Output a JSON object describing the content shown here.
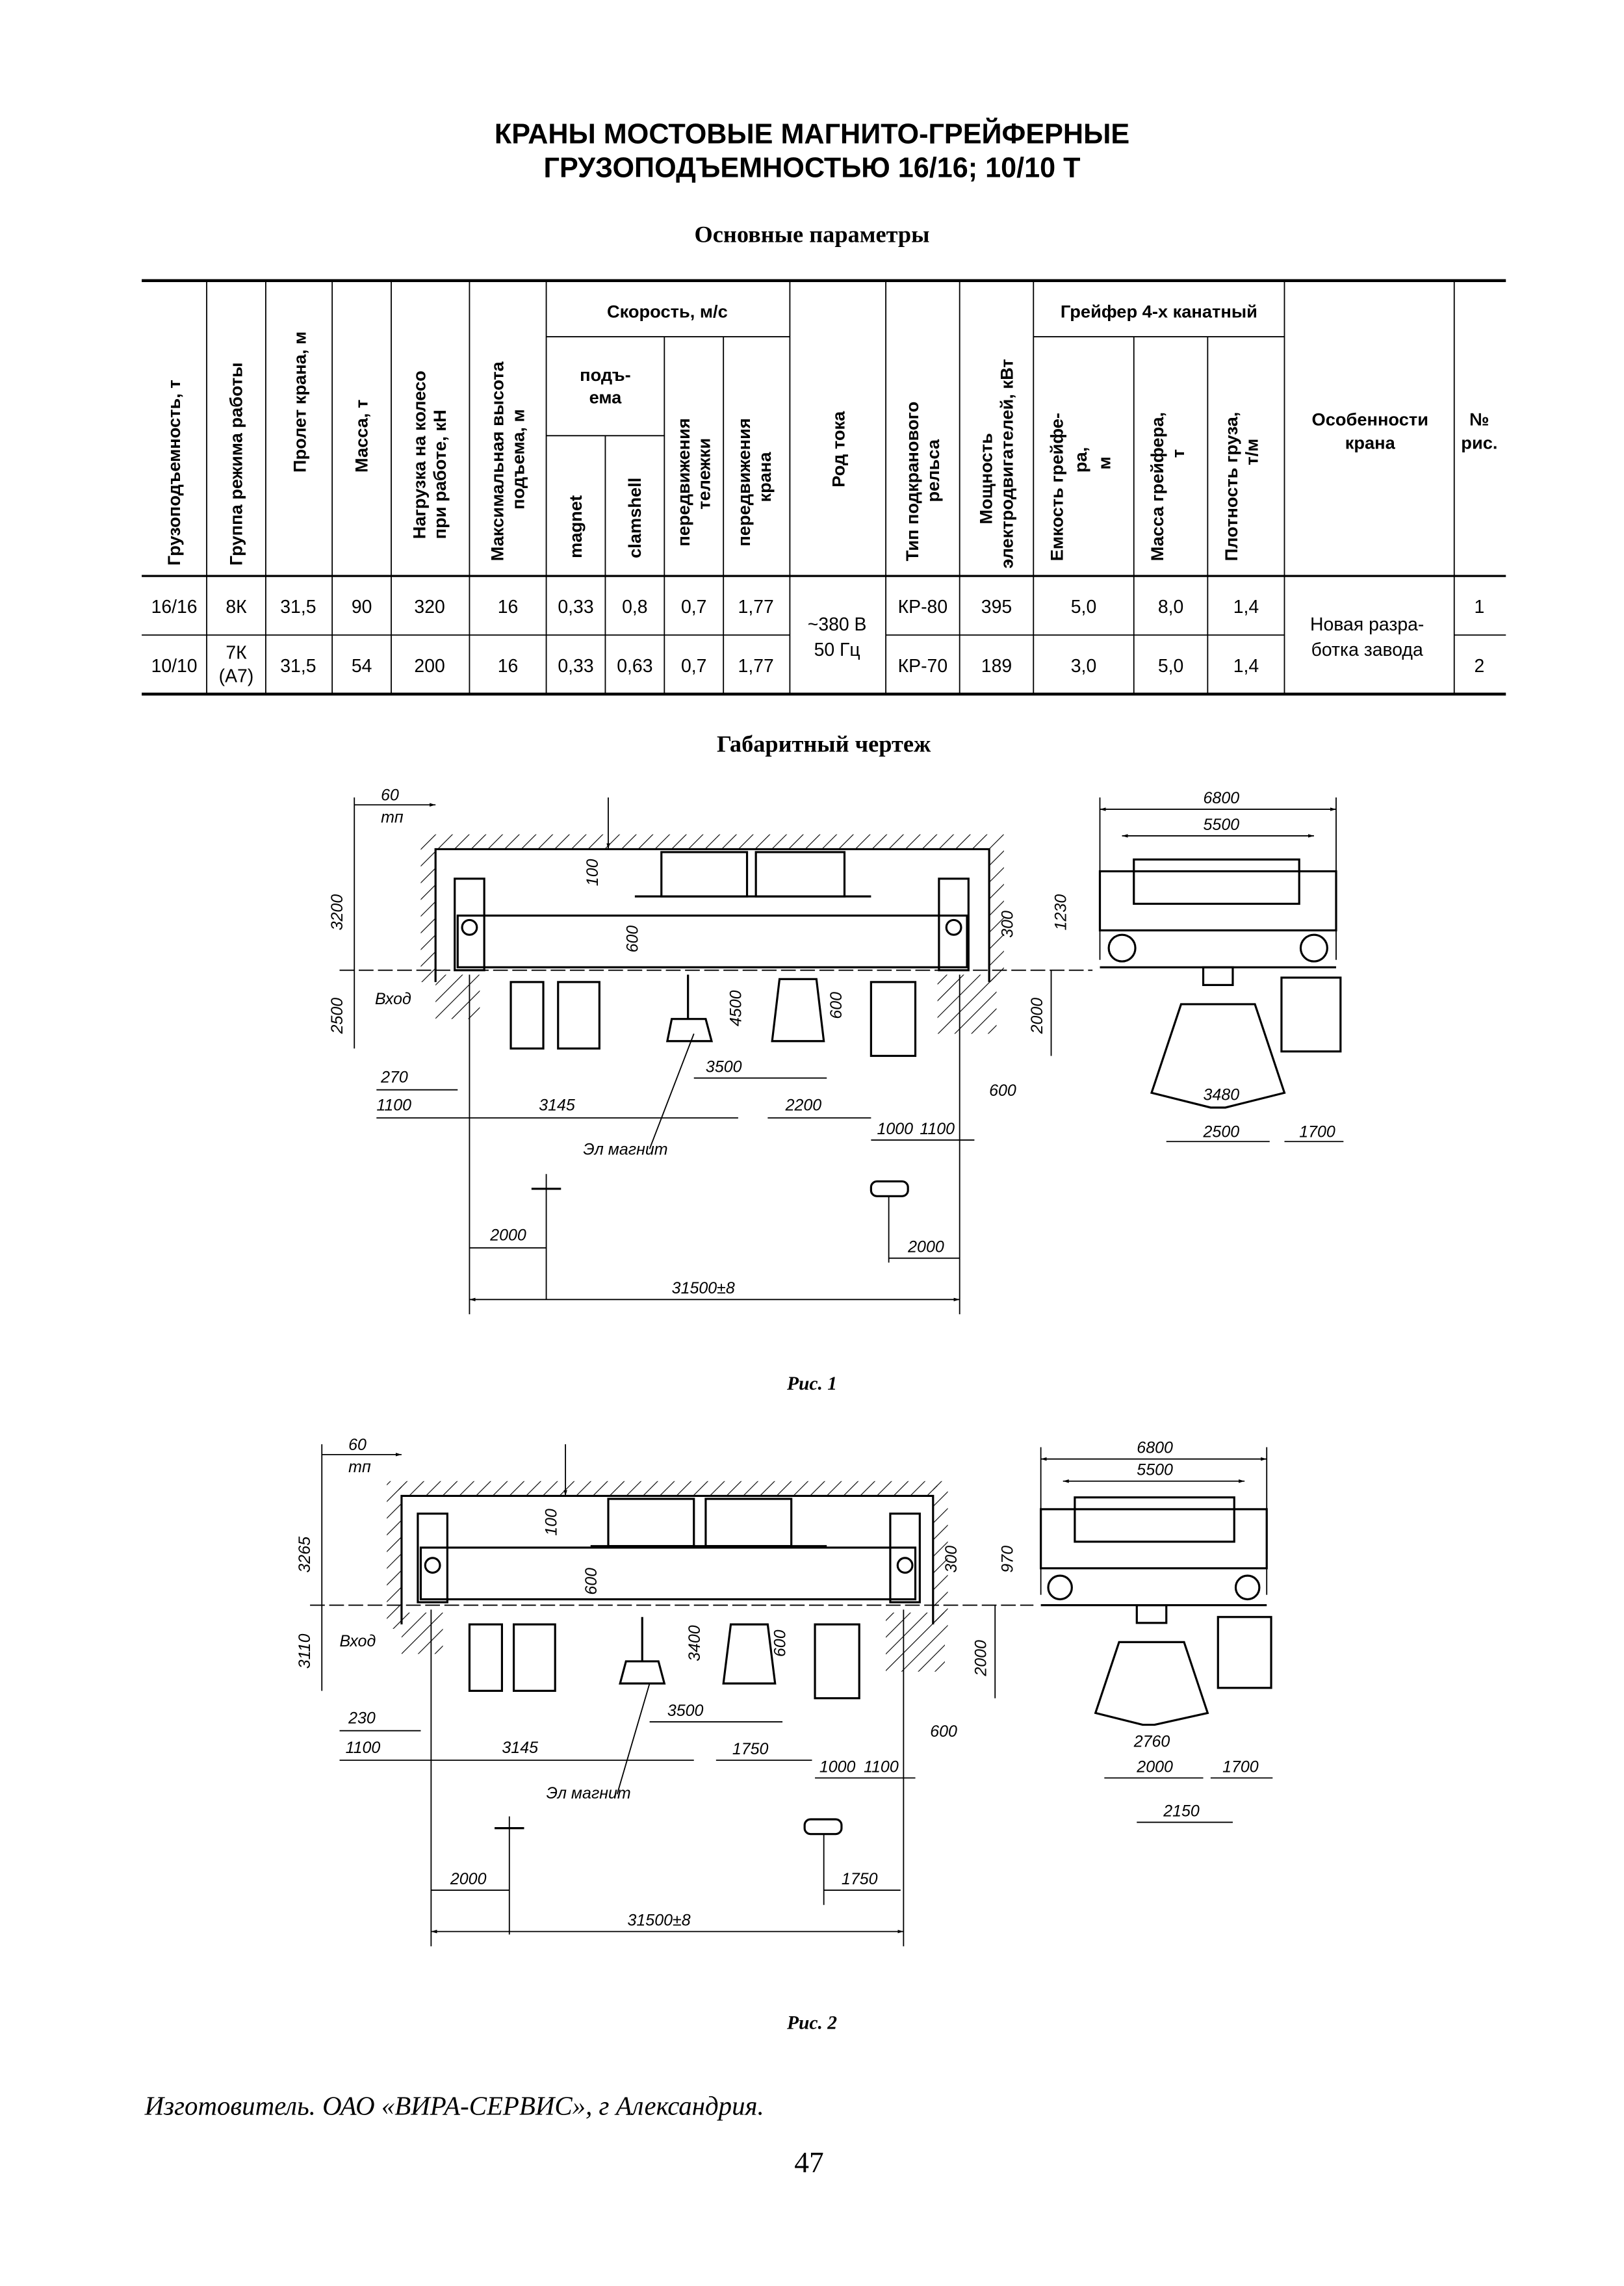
{
  "title": {
    "line1": "КРАНЫ МОСТОВЫЕ МАГНИТО-ГРЕЙФЕРНЫЕ",
    "line2": "ГРУЗОПОДЪЕМНОСТЬЮ 16/16; 10/10 Т"
  },
  "params_heading": "Основные параметры",
  "table": {
    "h_capacity": "Грузоподъемность, т",
    "h_mode": "Группа режима работы",
    "h_span": "Пролет крана, м",
    "h_mass": "Масса, т",
    "h_load1": "Нагрузка на колесо",
    "h_load2": "при работе, кН",
    "h_height1": "Максимальная высота",
    "h_height2": "подъема, м",
    "h_speed": "Скорость, м/с",
    "h_lift1": "подъ-",
    "h_lift2": "ема",
    "h_magnet": "magnet",
    "h_clamshell": "clamshell",
    "h_trolley1": "передвижения",
    "h_trolley2": "тележки",
    "h_crane1": "передвижения",
    "h_crane2": "крана",
    "h_current": "Род тока",
    "h_rail1": "Тип подкранового",
    "h_rail2": "рельса",
    "h_power1": "Мощность",
    "h_power2": "электродвигателей, кВт",
    "h_grab": "Грейфер 4-х канатный",
    "h_gcap1": "Емкость грейфе-",
    "h_gcap2": "ра,",
    "h_gcap3": "м",
    "h_gmass1": "Масса грейфера,",
    "h_gmass2": "т",
    "h_dens1": "Плотность груза,",
    "h_dens2": "т/м",
    "h_feat1": "Особенности",
    "h_feat2": "крана",
    "h_no1": "№",
    "h_no2": "рис.",
    "rows": [
      {
        "cap": "16/16",
        "mode1": "8К",
        "mode2": "",
        "span": "31,5",
        "mass": "90",
        "load": "320",
        "height": "16",
        "magnet": "0,33",
        "clam": "0,8",
        "trolley": "0,7",
        "crane": "1,77",
        "rail": "КР-80",
        "power": "395",
        "gcap": "5,0",
        "gmass": "8,0",
        "dens": "1,4",
        "no": "1"
      },
      {
        "cap": "10/10",
        "mode1": "7К",
        "mode2": "(А7)",
        "span": "31,5",
        "mass": "54",
        "load": "200",
        "height": "16",
        "magnet": "0,33",
        "clam": "0,63",
        "trolley": "0,7",
        "crane": "1,77",
        "rail": "КР-70",
        "power": "189",
        "gcap": "3,0",
        "gmass": "5,0",
        "dens": "1,4",
        "no": "2"
      }
    ],
    "current1": "~380 В",
    "current2": "50 Гц",
    "feat1": "Новая разра-",
    "feat2": "ботка завода"
  },
  "drawing_heading": "Габаритный чертеж",
  "fig1": {
    "d60": "60",
    "tp": "тп",
    "d3200": "3200",
    "d2500": "2500",
    "entry": "Вход",
    "d100": "100",
    "d600a": "600",
    "d300": "300",
    "d1230": "1230",
    "d4500": "4500",
    "d600b": "600",
    "d2000v": "2000",
    "d270": "270",
    "d1100": "1100",
    "d3145": "3145",
    "d3500": "3500",
    "d2200": "2200",
    "d600c": "600",
    "d1000": "1000",
    "d1100b": "1100",
    "magnet": "Эл магнит",
    "d2000a": "2000",
    "d2000b": "2000",
    "d31500": "31500±8",
    "d6800": "6800",
    "d5500": "5500",
    "d3480": "3480",
    "d2500b": "2500",
    "d1700": "1700",
    "caption": "Рис. 1"
  },
  "fig2": {
    "d60": "60",
    "tp": "тп",
    "d3265": "3265",
    "d3110": "3110",
    "entry": "Вход",
    "d100": "100",
    "d600a": "600",
    "d300": "300",
    "d970": "970",
    "d3400": "3400",
    "d600b": "600",
    "d2000v": "2000",
    "d230": "230",
    "d1100": "1100",
    "d3145": "3145",
    "d3500": "3500",
    "d1750": "1750",
    "d600c": "600",
    "d1000": "1000",
    "d1100b": "1100",
    "magnet": "Эл магнит",
    "d2000a": "2000",
    "d1750b": "1750",
    "d31500": "31500±8",
    "d6800": "6800",
    "d5500": "5500",
    "d2760": "2760",
    "d2000r": "2000",
    "d1700": "1700",
    "d2150": "2150",
    "caption": "Рис. 2"
  },
  "manufacturer": "Изготовитель. ОАО «ВИРА-СЕРВИС», г Александрия.",
  "page_number": "47"
}
